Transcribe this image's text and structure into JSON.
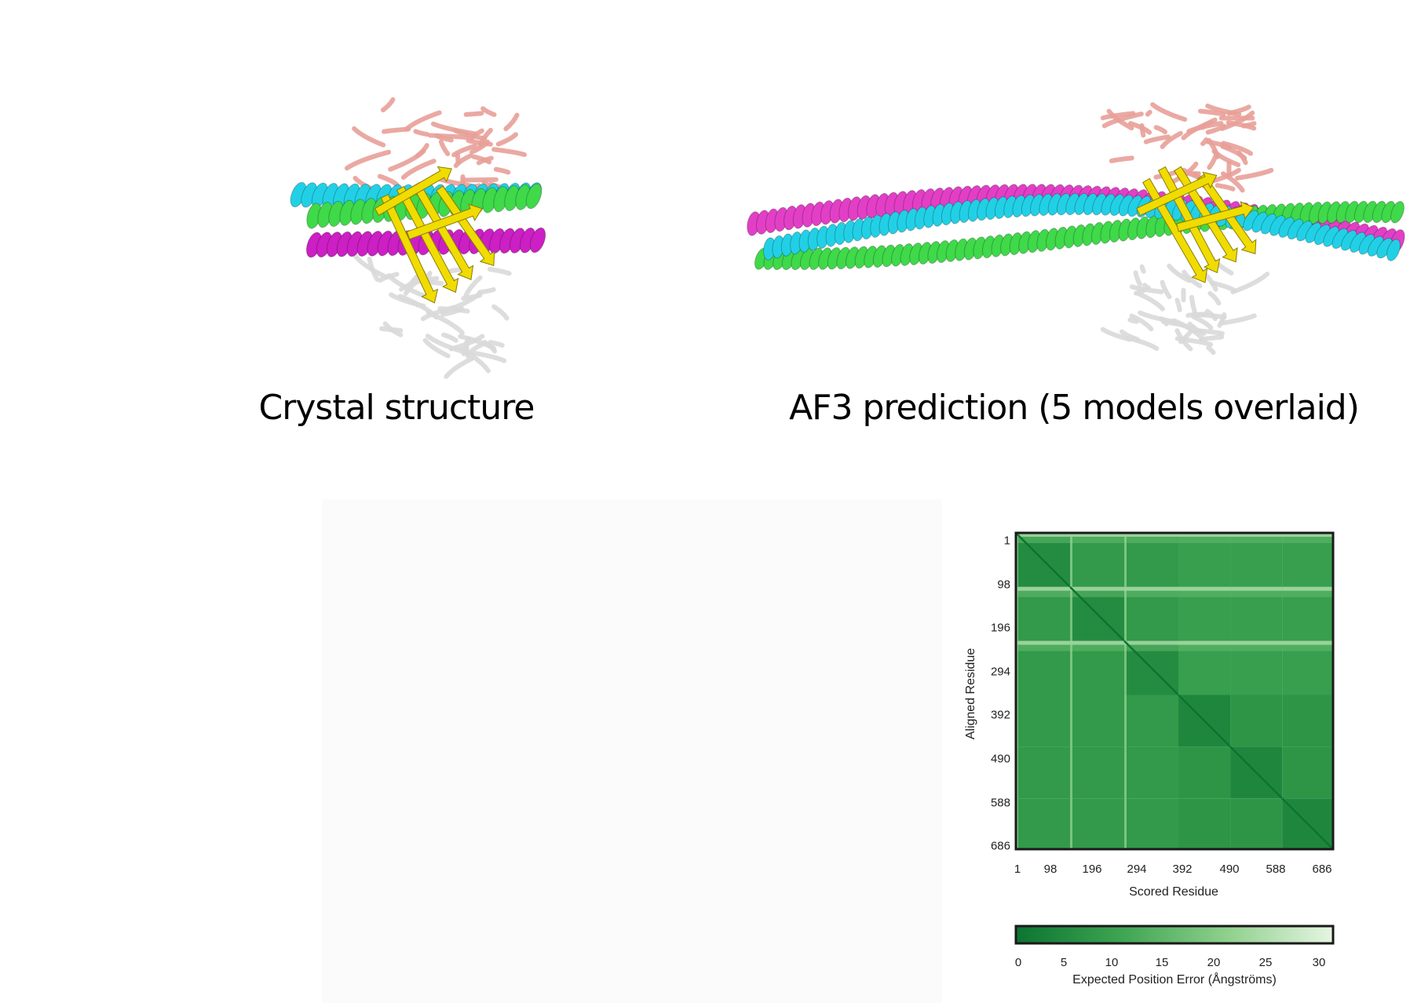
{
  "panels": {
    "crystal": {
      "caption": "Crystal structure"
    },
    "af3": {
      "caption": "AF3 prediction (5 models overlaid)"
    }
  },
  "colors": {
    "chain_cyan": "#22d0e6",
    "chain_green": "#3fd94a",
    "chain_magenta": "#cc1fc4",
    "chain_pink": "#e23fc6",
    "domain_yellow": "#f0dc00",
    "domain_salmon": "#e8a098",
    "domain_white": "#d9d9d9",
    "plddt_very_high": "#1a5fd6",
    "plddt_confident": "#1ec4e6",
    "plddt_low": "#f2d600",
    "plddt_very_low": "#ef8a2c"
  },
  "chart_data": {
    "type": "heatmap",
    "title": "",
    "xlabel": "Scored Residue",
    "ylabel": "Aligned Residue",
    "x_ticks": [
      "1",
      "98",
      "196",
      "294",
      "392",
      "490",
      "588",
      "686"
    ],
    "y_ticks": [
      "1",
      "98",
      "196",
      "294",
      "392",
      "490",
      "588",
      "686"
    ],
    "range": [
      1,
      686
    ],
    "chain_boundaries": [
      1,
      118,
      235,
      352,
      464,
      576,
      686
    ],
    "block_mean_pae": [
      [
        5,
        8,
        8,
        9,
        9,
        9
      ],
      [
        8,
        5,
        8,
        9,
        9,
        9
      ],
      [
        8,
        8,
        5,
        9,
        9,
        9
      ],
      [
        8,
        8,
        8,
        4,
        7,
        7
      ],
      [
        8,
        8,
        8,
        7,
        4,
        7
      ],
      [
        8,
        8,
        8,
        7,
        7,
        4
      ]
    ],
    "colorbar": {
      "label": "Expected Position Error (Ångströms)",
      "ticks": [
        "0",
        "5",
        "10",
        "15",
        "20",
        "25",
        "30"
      ],
      "range": [
        0,
        31
      ],
      "colors": [
        "#0b7430",
        "#3ea552",
        "#8fd08d",
        "#e6f6e2"
      ]
    }
  }
}
